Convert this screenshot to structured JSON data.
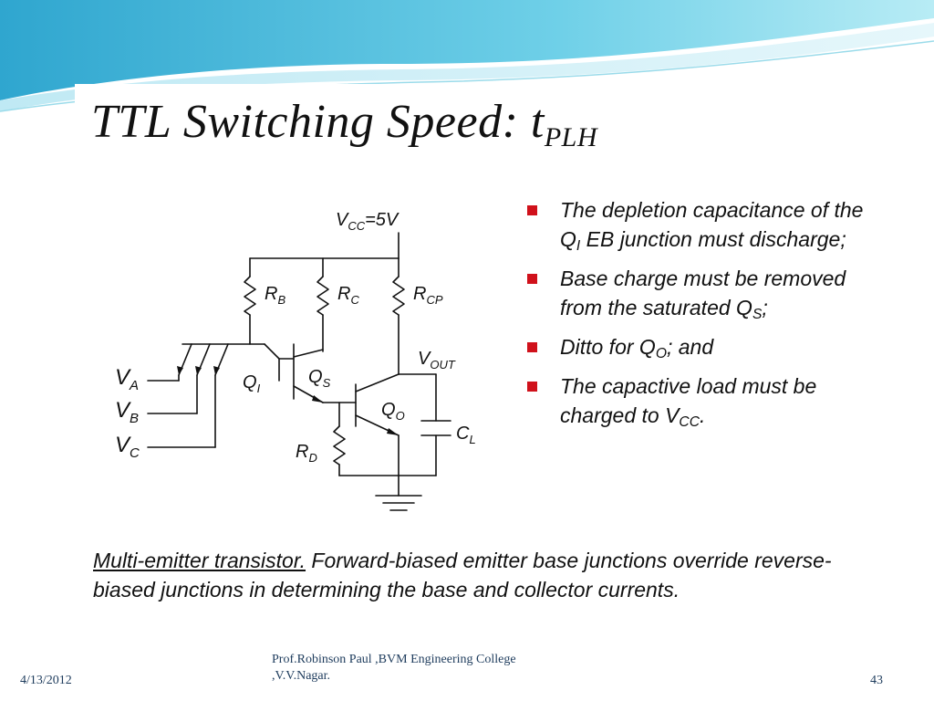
{
  "title": {
    "main": "TTL Switching Speed: t",
    "subscript": "PLH"
  },
  "circuit": {
    "labels": {
      "vcc": "V",
      "vcc_sub": "CC",
      "vcc_val": "=5V",
      "rb": "R",
      "rb_sub": "B",
      "rc": "R",
      "rc_sub": "C",
      "rcp": "R",
      "rcp_sub": "CP",
      "vout": "V",
      "vout_sub": "OUT",
      "qi": "Q",
      "qi_sub": "I",
      "qs": "Q",
      "qs_sub": "S",
      "qo": "Q",
      "qo_sub": "O",
      "rd": "R",
      "rd_sub": "D",
      "cl": "C",
      "cl_sub": "L",
      "va": "V",
      "va_sub": "A",
      "vb": "V",
      "vb_sub": "B",
      "vc": "V",
      "vc_sub": "C"
    }
  },
  "bullets": [
    {
      "a": "The depletion capacitance of the Q",
      "s1": "I",
      "b": " EB junction must discharge;",
      "s2": "",
      "c": ""
    },
    {
      "a": "Base charge must be removed from the saturated Q",
      "s1": "S",
      "b": ";",
      "s2": "",
      "c": ""
    },
    {
      "a": "Ditto for Q",
      "s1": "O",
      "b": "; and",
      "s2": "",
      "c": ""
    },
    {
      "a": "The capactive load must be charged to V",
      "s1": "CC",
      "b": ".",
      "s2": "",
      "c": ""
    }
  ],
  "caption": {
    "underlined": "Multi-emitter  transistor.",
    "rest": "  Forward-biased emitter base junctions override reverse-biased junctions in determining the base and collector currents."
  },
  "footer": {
    "date": "4/13/2012",
    "author_line1": "Prof.Robinson Paul ,BVM Engineering College",
    "author_line2": ",V.V.Nagar.",
    "page": "43"
  },
  "colors": {
    "bullet": "#d0111b",
    "header_wave": "#5bc0de",
    "footer_text": "#1d3b5c"
  }
}
